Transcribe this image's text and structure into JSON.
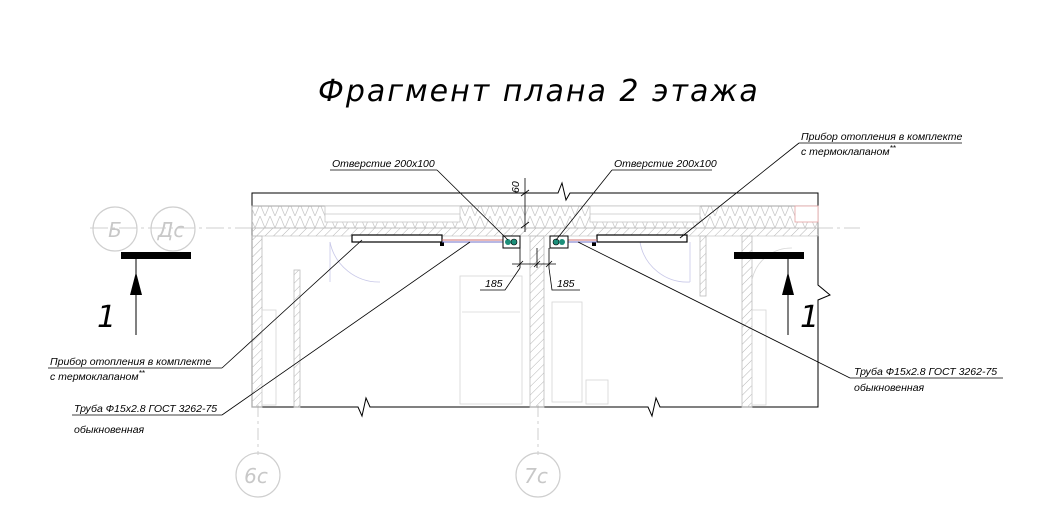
{
  "drawing": {
    "title": "Фрагмент плана 2 этажа",
    "axes": {
      "row_1": "Б",
      "row_2": "Дс",
      "col_1": "6с",
      "col_2": "7с"
    },
    "section_mark_left": "1",
    "section_mark_right": "1",
    "callouts": {
      "opening_left": "Отверстие 200х100",
      "opening_right": "Отверстие 200х100",
      "heater_right_line1": "Прибор отопления в комплекте",
      "heater_right_line2": "с термоклапаном",
      "heater_left_line1": "Прибор отопления в комплекте",
      "heater_left_line2": "с термоклапаном",
      "pipe_left_line1": "Труба Ф15х2.8 ГОСТ 3262-75",
      "pipe_left_line2": "обыкновенная",
      "pipe_right_line1": "Труба Ф15х2.8 ГОСТ 3262-75",
      "pipe_right_line2": "обыкновенная",
      "footnote_mark": "**"
    },
    "dimensions": {
      "left": "185",
      "right": "185",
      "vertical": "60"
    }
  }
}
